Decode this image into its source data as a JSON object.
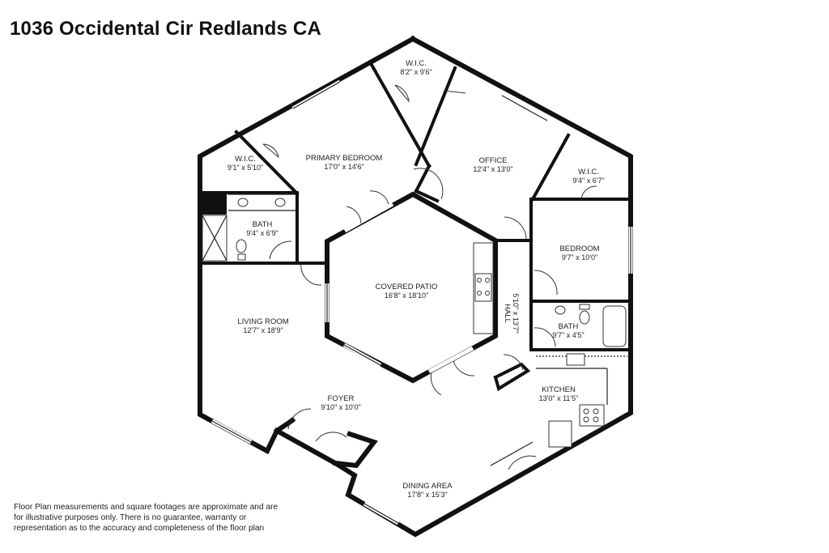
{
  "title": "1036 Occidental Cir Redlands CA",
  "rooms": {
    "wic_top": {
      "name": "W.I.C.",
      "dims": "8'2\" x 9'6\""
    },
    "wic_left": {
      "name": "W.I.C.",
      "dims": "9'1\" x 5'10\""
    },
    "primary_bedroom": {
      "name": "PRIMARY BEDROOM",
      "dims": "17'0\" x 14'6\""
    },
    "office": {
      "name": "OFFICE",
      "dims": "12'4\" x 13'0\""
    },
    "wic_right": {
      "name": "W.I.C.",
      "dims": "9'4\" x 6'7\""
    },
    "bath_left": {
      "name": "BATH",
      "dims": "9'4\" x 6'9\""
    },
    "bedroom": {
      "name": "BEDROOM",
      "dims": "9'7\" x 10'0\""
    },
    "covered_patio": {
      "name": "COVERED PATIO",
      "dims": "16'8\" x 18'10\""
    },
    "hall": {
      "name": "HALL",
      "dims": "5'10\" x 13'7\""
    },
    "bath_right": {
      "name": "BATH",
      "dims": "9'7\" x 4'5\""
    },
    "living_room": {
      "name": "LIVING ROOM",
      "dims": "12'7\" x 18'9\""
    },
    "kitchen": {
      "name": "KITCHEN",
      "dims": "13'0\" x 11'5\""
    },
    "foyer": {
      "name": "FOYER",
      "dims": "9'10\" x 10'0\""
    },
    "dining_area": {
      "name": "DINING AREA",
      "dims": "17'8\" x 15'3\""
    }
  },
  "disclaimer": "Floor Plan measurements and square footages are approximate and are for illustrative purposes only. There is no guarantee, warranty or representation as to the accuracy and completeness of the floor plan",
  "colors": {
    "wall": "#111111",
    "background": "#ffffff",
    "text": "#222222"
  }
}
